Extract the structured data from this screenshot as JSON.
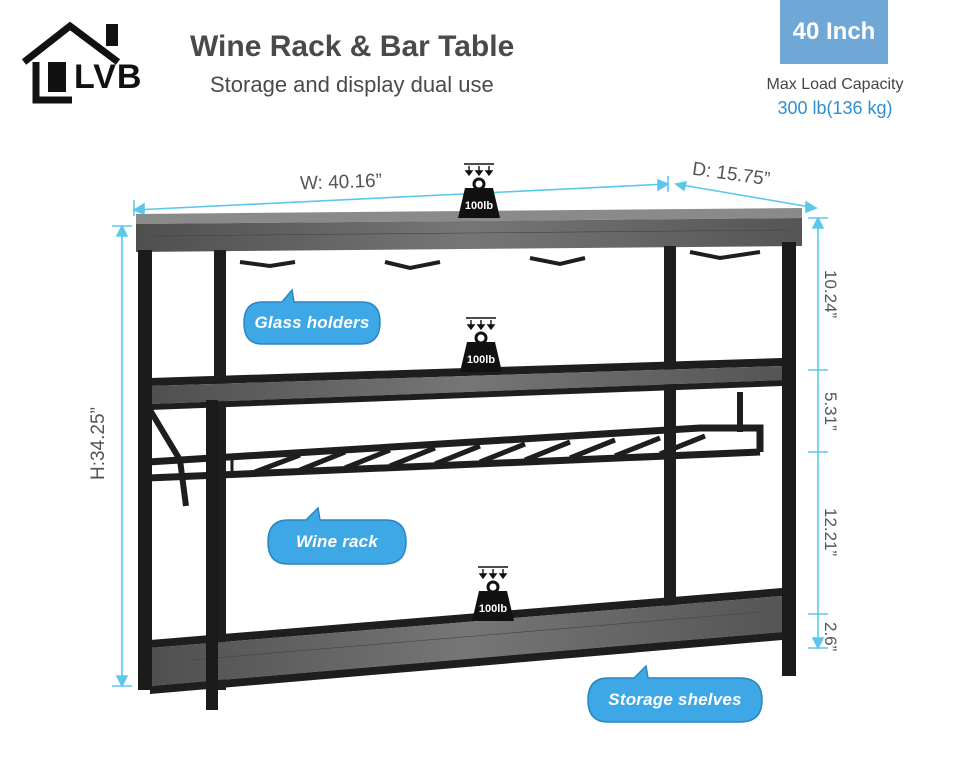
{
  "brand": {
    "logo_text": "LVB"
  },
  "header": {
    "title": "Wine Rack & Bar Table",
    "subtitle": "Storage and display dual use"
  },
  "badge": {
    "size": "40 Inch",
    "load_label": "Max Load Capacity",
    "load_value": "300 lb(136 kg)"
  },
  "dimensions": {
    "width": "W: 40.16”",
    "depth": "D: 15.75”",
    "height": "H:34.25”",
    "gap_top": "10.24”",
    "gap_rack": "5.31”",
    "gap_lower": "12.21”",
    "gap_bottom": "2.6”"
  },
  "weights": {
    "top": "100lb",
    "middle": "100lb",
    "bottom": "100lb"
  },
  "callouts": {
    "glass_holders": "Glass holders",
    "wine_rack": "Wine rack",
    "storage_shelves": "Storage shelves"
  },
  "colors": {
    "accent": "#3ea8e6",
    "dimension_line": "#5bc8ea",
    "frame": "#1e1e1e",
    "wood": "#5e5e5e",
    "badge": "#6fa8d6"
  },
  "icons": [
    "house-logo-icon",
    "weight-icon",
    "down-arrows-icon"
  ]
}
